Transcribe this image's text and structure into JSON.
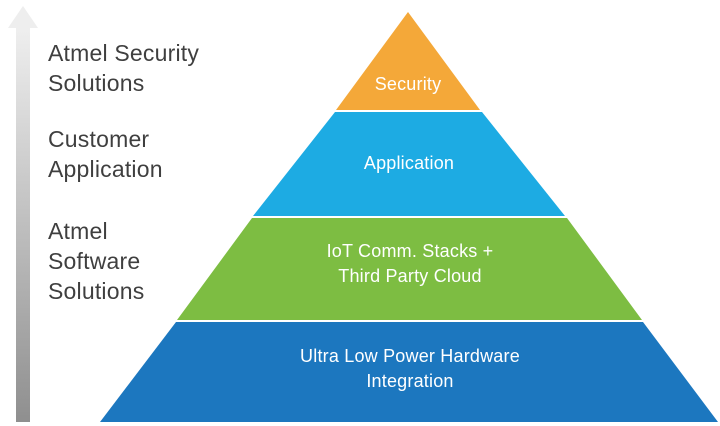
{
  "left_labels": [
    {
      "lines": [
        "Atmel Security",
        "Solutions"
      ]
    },
    {
      "lines": [
        "Customer",
        "Application"
      ]
    },
    {
      "lines": [
        "Atmel",
        "Software",
        "Solutions"
      ]
    }
  ],
  "pyramid": {
    "tiers": [
      {
        "lines": [
          "Security"
        ],
        "color": "#f4a839"
      },
      {
        "lines": [
          "Application"
        ],
        "color": "#1dabe3"
      },
      {
        "lines": [
          "IoT Comm. Stacks +",
          "Third Party Cloud"
        ],
        "color": "#7dbd42"
      },
      {
        "lines": [
          "Ultra Low Power Hardware",
          "Integration"
        ],
        "color": "#1c77bf"
      }
    ]
  },
  "arrow": {
    "color": "#a9a9a9"
  }
}
